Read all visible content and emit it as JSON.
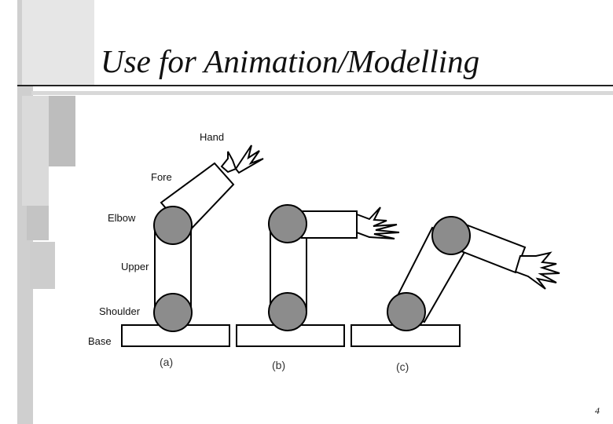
{
  "slide": {
    "title": "Use for Animation/Modelling",
    "page_number": "4"
  },
  "diagram": {
    "labels": {
      "hand": "Hand",
      "fore": "Fore",
      "elbow": "Elbow",
      "upper": "Upper",
      "shoulder": "Shoulder",
      "base": "Base"
    },
    "captions": [
      "(a)",
      "(b)",
      "(c)"
    ]
  },
  "colors": {
    "joint_fill": "#8c8c8c",
    "decor_gray": "#c8c8c8",
    "decor_light": "#e4e4e4"
  }
}
